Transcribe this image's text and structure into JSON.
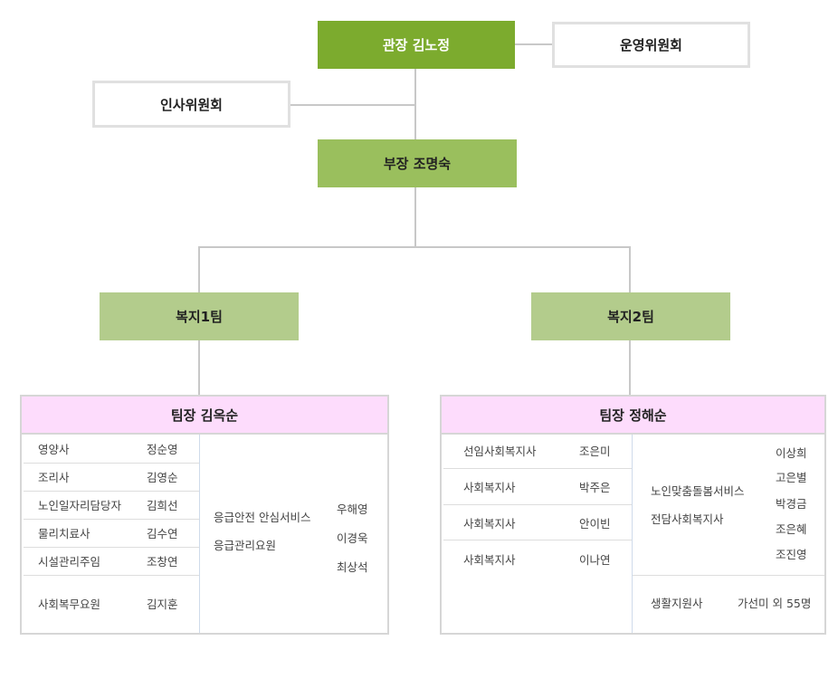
{
  "top": {
    "director": "관장 김노정",
    "committee_ops": "운영위원회",
    "committee_hr": "인사위원회",
    "deputy": "부장 조명숙"
  },
  "teams": {
    "team1": "복지1팀",
    "team2": "복지2팀"
  },
  "panel1": {
    "header": "팀장 김옥순",
    "rows": [
      {
        "role": "영양사",
        "name": "정순영"
      },
      {
        "role": "조리사",
        "name": "김영순"
      },
      {
        "role": "노인일자리담당자",
        "name": "김희선"
      },
      {
        "role": "물리치료사",
        "name": "김수연"
      },
      {
        "role": "시설관리주임",
        "name": "조창연"
      },
      {
        "role": "사회복무요원",
        "name": "김지훈"
      }
    ],
    "emergency": {
      "line1": "응급안전 안심서비스",
      "line2": "응급관리요원",
      "names": [
        "우해영",
        "이경욱",
        "최상석"
      ]
    }
  },
  "panel2": {
    "header": "팀장 정해순",
    "rows": [
      {
        "role": "선임사회복지사",
        "name": "조은미"
      },
      {
        "role": "사회복지사",
        "name": "박주은"
      },
      {
        "role": "사회복지사",
        "name": "안이빈"
      },
      {
        "role": "사회복지사",
        "name": "이나연"
      }
    ],
    "care": {
      "line1": "노인맞춤돌봄서비스",
      "line2": "전담사회복지사",
      "names": [
        "이상희",
        "고은별",
        "박경금",
        "조은혜",
        "조진영"
      ]
    },
    "support": {
      "role": "생활지원사",
      "name": "가선미 외 55명"
    }
  }
}
